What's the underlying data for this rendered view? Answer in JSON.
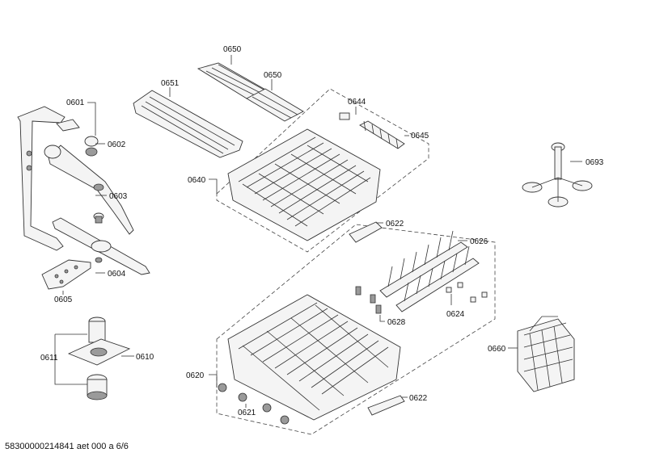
{
  "labels": {
    "p0650a": "0650",
    "p0650b": "0650",
    "p0651": "0651",
    "p0601": "0601",
    "p0602": "0602",
    "p0603": "0603",
    "p0604": "0604",
    "p0605": "0605",
    "p0644": "0644",
    "p0645": "0645",
    "p0640": "0640",
    "p0622a": "0622",
    "p0622b": "0622",
    "p0626": "0626",
    "p0628": "0628",
    "p0624": "0624",
    "p0693": "0693",
    "p0611": "0611",
    "p0610": "0610",
    "p0620": "0620",
    "p0621": "0621",
    "p0660": "0660"
  },
  "footer": "58300000214841 aet 000 a 6/6"
}
